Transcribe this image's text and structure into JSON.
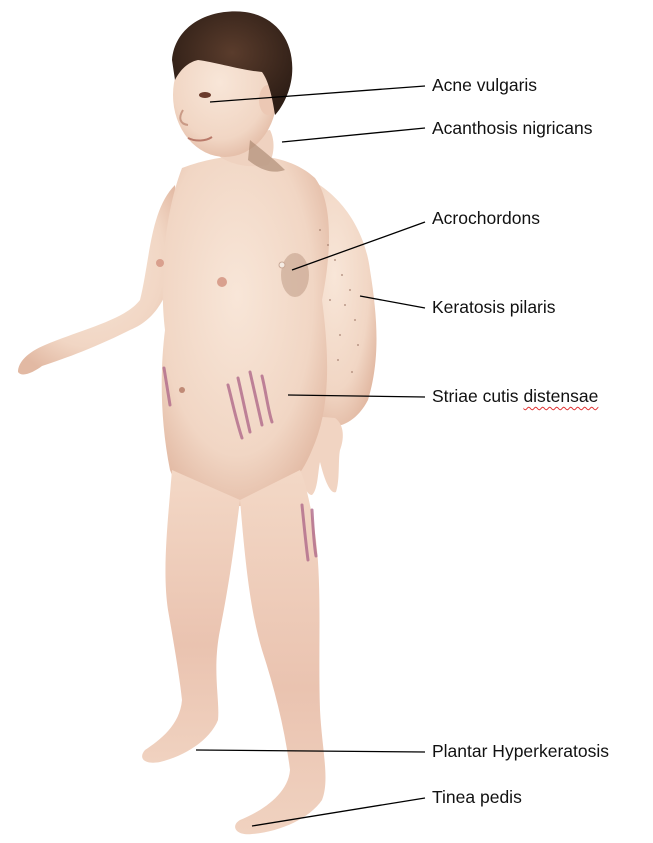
{
  "labels": [
    {
      "id": "acne",
      "text": "Acne vulgaris"
    },
    {
      "id": "acanthosis",
      "text": "Acanthosis nigricans"
    },
    {
      "id": "acrochordons",
      "text": "Acrochordons"
    },
    {
      "id": "keratosis",
      "text": "Keratosis pilaris"
    },
    {
      "id": "striae_a",
      "text": "Striae cutis "
    },
    {
      "id": "striae_b",
      "text": "distensae"
    },
    {
      "id": "plantar",
      "text": "Plantar Hyperkeratosis"
    },
    {
      "id": "tinea",
      "text": "Tinea pedis"
    }
  ],
  "colors": {
    "skin": "#f4dccb",
    "skin_shade": "#e6bfa8",
    "hair": "#3e2a20",
    "striae": "#b06a8a",
    "leader_line": "#000000"
  }
}
